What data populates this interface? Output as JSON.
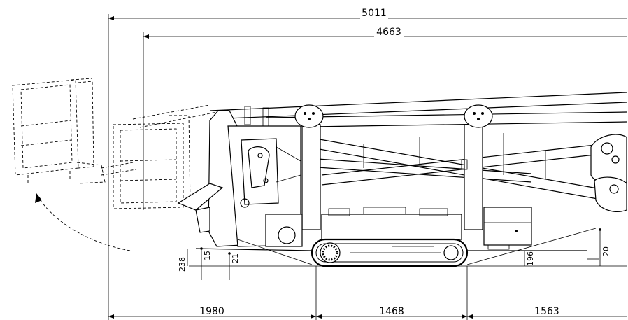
{
  "drawing": {
    "dimensions": {
      "overall_length": "5011",
      "boom_length": "4663",
      "front_overhang": "1980",
      "track_length": "1468",
      "rear_overhang": "1563",
      "height_left": "238",
      "clearance_15": "15",
      "angle_21": "21",
      "rear_height": "196",
      "rear_angle": "20"
    }
  }
}
